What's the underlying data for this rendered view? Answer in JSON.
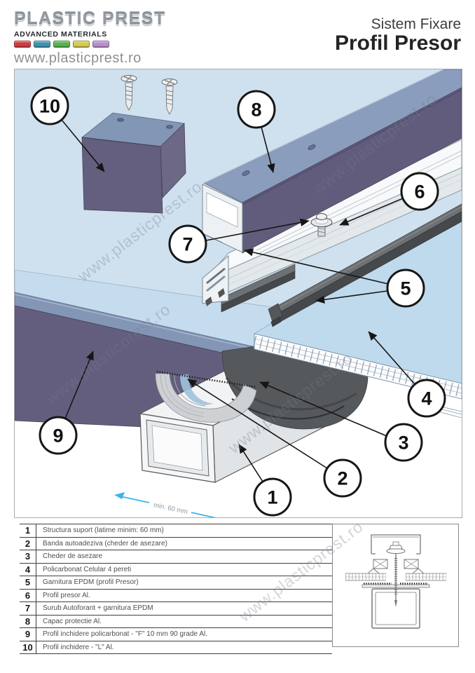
{
  "header": {
    "brand": "PLASTIC PREST",
    "tagline": "ADVANCED MATERIALS",
    "website": "www.plasticprest.ro",
    "title_line1": "Sistem Fixare",
    "title_line2": "Profil Presor",
    "chip_colors": [
      "#cf3a3f",
      "#3e93ae",
      "#56b44b",
      "#d6ca52",
      "#bb8ece"
    ]
  },
  "watermark": {
    "text": "www.plasticprest.ro"
  },
  "diagram": {
    "dimension_label": "min. 60 mm",
    "callouts": [
      {
        "label": "10"
      },
      {
        "label": "8"
      },
      {
        "label": "6"
      },
      {
        "label": "7"
      },
      {
        "label": "5"
      },
      {
        "label": "4"
      },
      {
        "label": "9"
      },
      {
        "label": "3"
      },
      {
        "label": "2"
      },
      {
        "label": "1"
      }
    ]
  },
  "legend": {
    "items": [
      {
        "num": "1",
        "text": "Structura suport (latime minim: 60 mm)"
      },
      {
        "num": "2",
        "text": "Banda autoadeziva (cheder de asezare)"
      },
      {
        "num": "3",
        "text": "Cheder de asezare"
      },
      {
        "num": "4",
        "text": "Policarbonat Celular 4 pereti"
      },
      {
        "num": "5",
        "text": "Garnitura EPDM (profil Presor)"
      },
      {
        "num": "6",
        "text": "Profil presor Al."
      },
      {
        "num": "7",
        "text": "Surub Autoforant + garnitura EPDM"
      },
      {
        "num": "8",
        "text": "Capac protectie Al."
      },
      {
        "num": "9",
        "text": "Profil inchidere policarbonat - \"F\" 10 mm 90 grade Al."
      },
      {
        "num": "10",
        "text": "Profil inchidere - \"L\" Al."
      }
    ]
  },
  "colors": {
    "canvas_bg": "#cfe1ef",
    "sheet_blue": "#bfdaec",
    "profile_dark_slate": "#635d7d",
    "profile_blue_gray": "#8496b6",
    "gasket_dark": "#56595c",
    "accent_cyan": "#3ab5e8"
  }
}
